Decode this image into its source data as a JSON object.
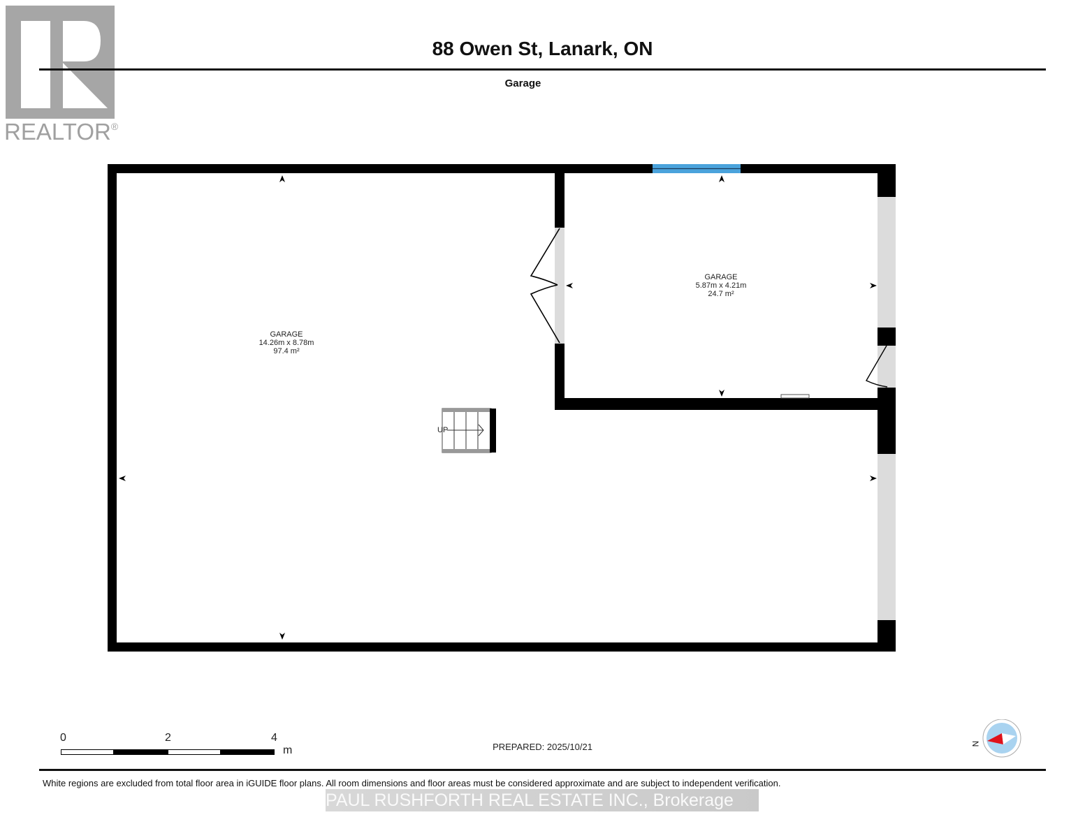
{
  "header": {
    "title": "88 Owen St, Lanark, ON",
    "floor_label": "Garage"
  },
  "logo": {
    "text": "REALTOR",
    "mark": "®",
    "color": "#a6a6a6"
  },
  "rooms": [
    {
      "name": "GARAGE",
      "dimensions": "14.26m x 8.78m",
      "area": "97.4 m²"
    },
    {
      "name": "GARAGE",
      "dimensions": "5.87m x 4.21m",
      "area": "24.7 m²"
    }
  ],
  "stairs": {
    "label": "UP"
  },
  "scale_bar": {
    "ticks": [
      "0",
      "2",
      "4"
    ],
    "unit": "m"
  },
  "compass": {
    "label": "N",
    "needle_color": "#e0121b",
    "face_color": "#a9d3f0"
  },
  "prepared": "PREPARED: 2025/10/21",
  "footer": {
    "disclaimer": "White regions are excluded from total floor area in iGUIDE floor plans. All room dimensions and floor areas must be considered approximate and are subject to independent verification.",
    "brokerage": "PAUL RUSHFORTH REAL ESTATE INC., Brokerage"
  },
  "colors": {
    "wall": "#000000",
    "opening": "#dcdcdc",
    "window": "#4aa3dc"
  }
}
